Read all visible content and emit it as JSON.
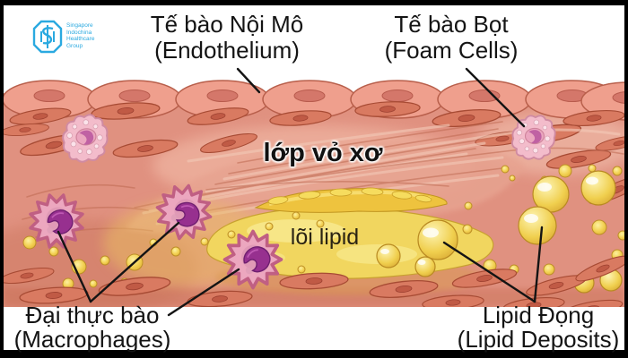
{
  "page": {
    "background": "#000000",
    "canvas_background": "#ffffff"
  },
  "logo": {
    "monogram": "SIH",
    "org_lines": [
      "Singapore",
      "Indochina",
      "Healthcare",
      "Group"
    ],
    "color": "#2aa9e0"
  },
  "callouts": {
    "endothelium": {
      "vi": "Tế bào Nội Mô",
      "en": "(Endothelium)"
    },
    "foam_cells": {
      "vi": "Tế bào Bọt",
      "en": "(Foam Cells)"
    },
    "macrophages": {
      "vi": "Đại thực bào",
      "en": "(Macrophages)"
    },
    "lipid_deposits": {
      "vi": "Lipid Đọng",
      "en": "(Lipid Deposits)"
    }
  },
  "inline_labels": {
    "fibrous_cap": "lớp vỏ xơ",
    "lipid_core": "lõi lipid"
  },
  "colors": {
    "tissue": "#e09180",
    "endothelium_cell": "#ef9f8d",
    "muscle_cell": "#d97a61",
    "lipid_yellow": "#f0d055",
    "macrophage_pink": "#eca7bf",
    "nucleus_purple": "#97308f",
    "label_text": "#141414",
    "logo_blue": "#2aa9e0"
  }
}
